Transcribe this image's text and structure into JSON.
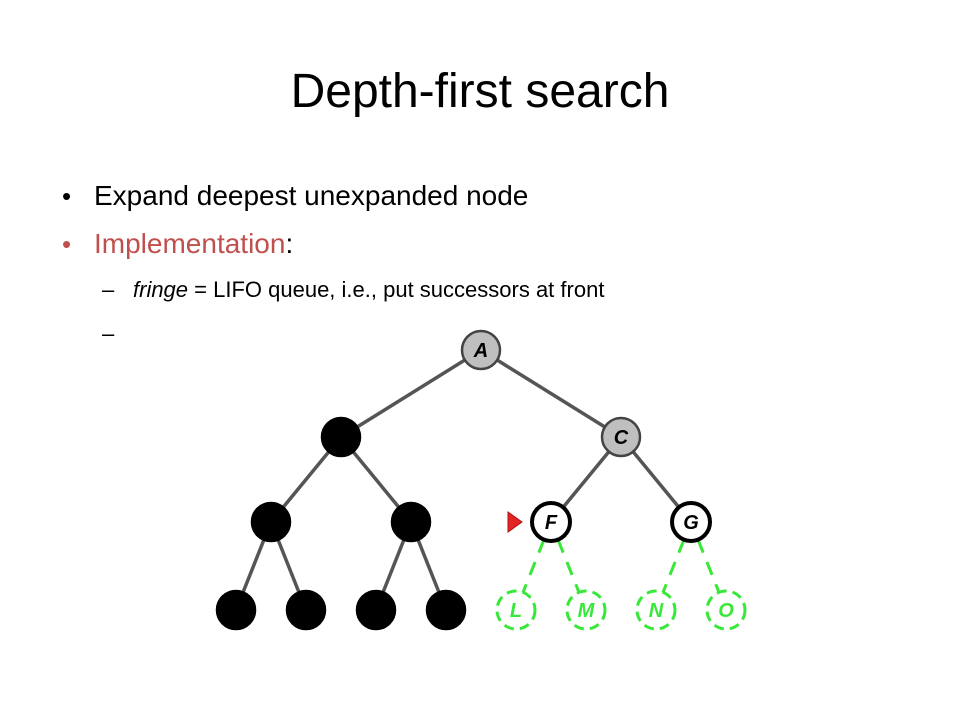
{
  "slide": {
    "title": "Depth-first search",
    "bullets": [
      {
        "text": "Expand deepest unexpanded node"
      },
      {
        "label": "Implementation",
        "suffix": ":"
      }
    ],
    "sub_bullets": [
      {
        "dash": "–",
        "italic": "fringe",
        "text": " = LIFO queue, i.e., put successors at front"
      },
      {
        "dash": "–",
        "italic": "",
        "text": ""
      }
    ]
  },
  "tree": {
    "colors": {
      "expanded": "#000000",
      "frontier": "#bfbfbf",
      "current": "#ffffff",
      "unexplored": "#38e838",
      "marker": "#e32424"
    },
    "nodes": [
      {
        "id": "A",
        "label": "A",
        "state": "frontier"
      },
      {
        "id": "B",
        "label": "",
        "state": "expanded"
      },
      {
        "id": "C",
        "label": "C",
        "state": "frontier"
      },
      {
        "id": "D",
        "label": "",
        "state": "expanded"
      },
      {
        "id": "E",
        "label": "",
        "state": "expanded"
      },
      {
        "id": "F",
        "label": "F",
        "state": "current"
      },
      {
        "id": "G",
        "label": "G",
        "state": "current"
      },
      {
        "id": "H",
        "label": "",
        "state": "expanded"
      },
      {
        "id": "I",
        "label": "",
        "state": "expanded"
      },
      {
        "id": "J",
        "label": "",
        "state": "expanded"
      },
      {
        "id": "K",
        "label": "",
        "state": "expanded"
      },
      {
        "id": "L",
        "label": "L",
        "state": "unexplored"
      },
      {
        "id": "M",
        "label": "M",
        "state": "unexplored"
      },
      {
        "id": "N",
        "label": "N",
        "state": "unexplored"
      },
      {
        "id": "O",
        "label": "O",
        "state": "unexplored"
      }
    ],
    "edges": [
      [
        "A",
        "B"
      ],
      [
        "A",
        "C"
      ],
      [
        "B",
        "D"
      ],
      [
        "B",
        "E"
      ],
      [
        "C",
        "F"
      ],
      [
        "C",
        "G"
      ],
      [
        "D",
        "H"
      ],
      [
        "D",
        "I"
      ],
      [
        "E",
        "J"
      ],
      [
        "E",
        "K"
      ],
      [
        "F",
        "L"
      ],
      [
        "F",
        "M"
      ],
      [
        "G",
        "N"
      ],
      [
        "G",
        "O"
      ]
    ],
    "marker_on": "F"
  }
}
